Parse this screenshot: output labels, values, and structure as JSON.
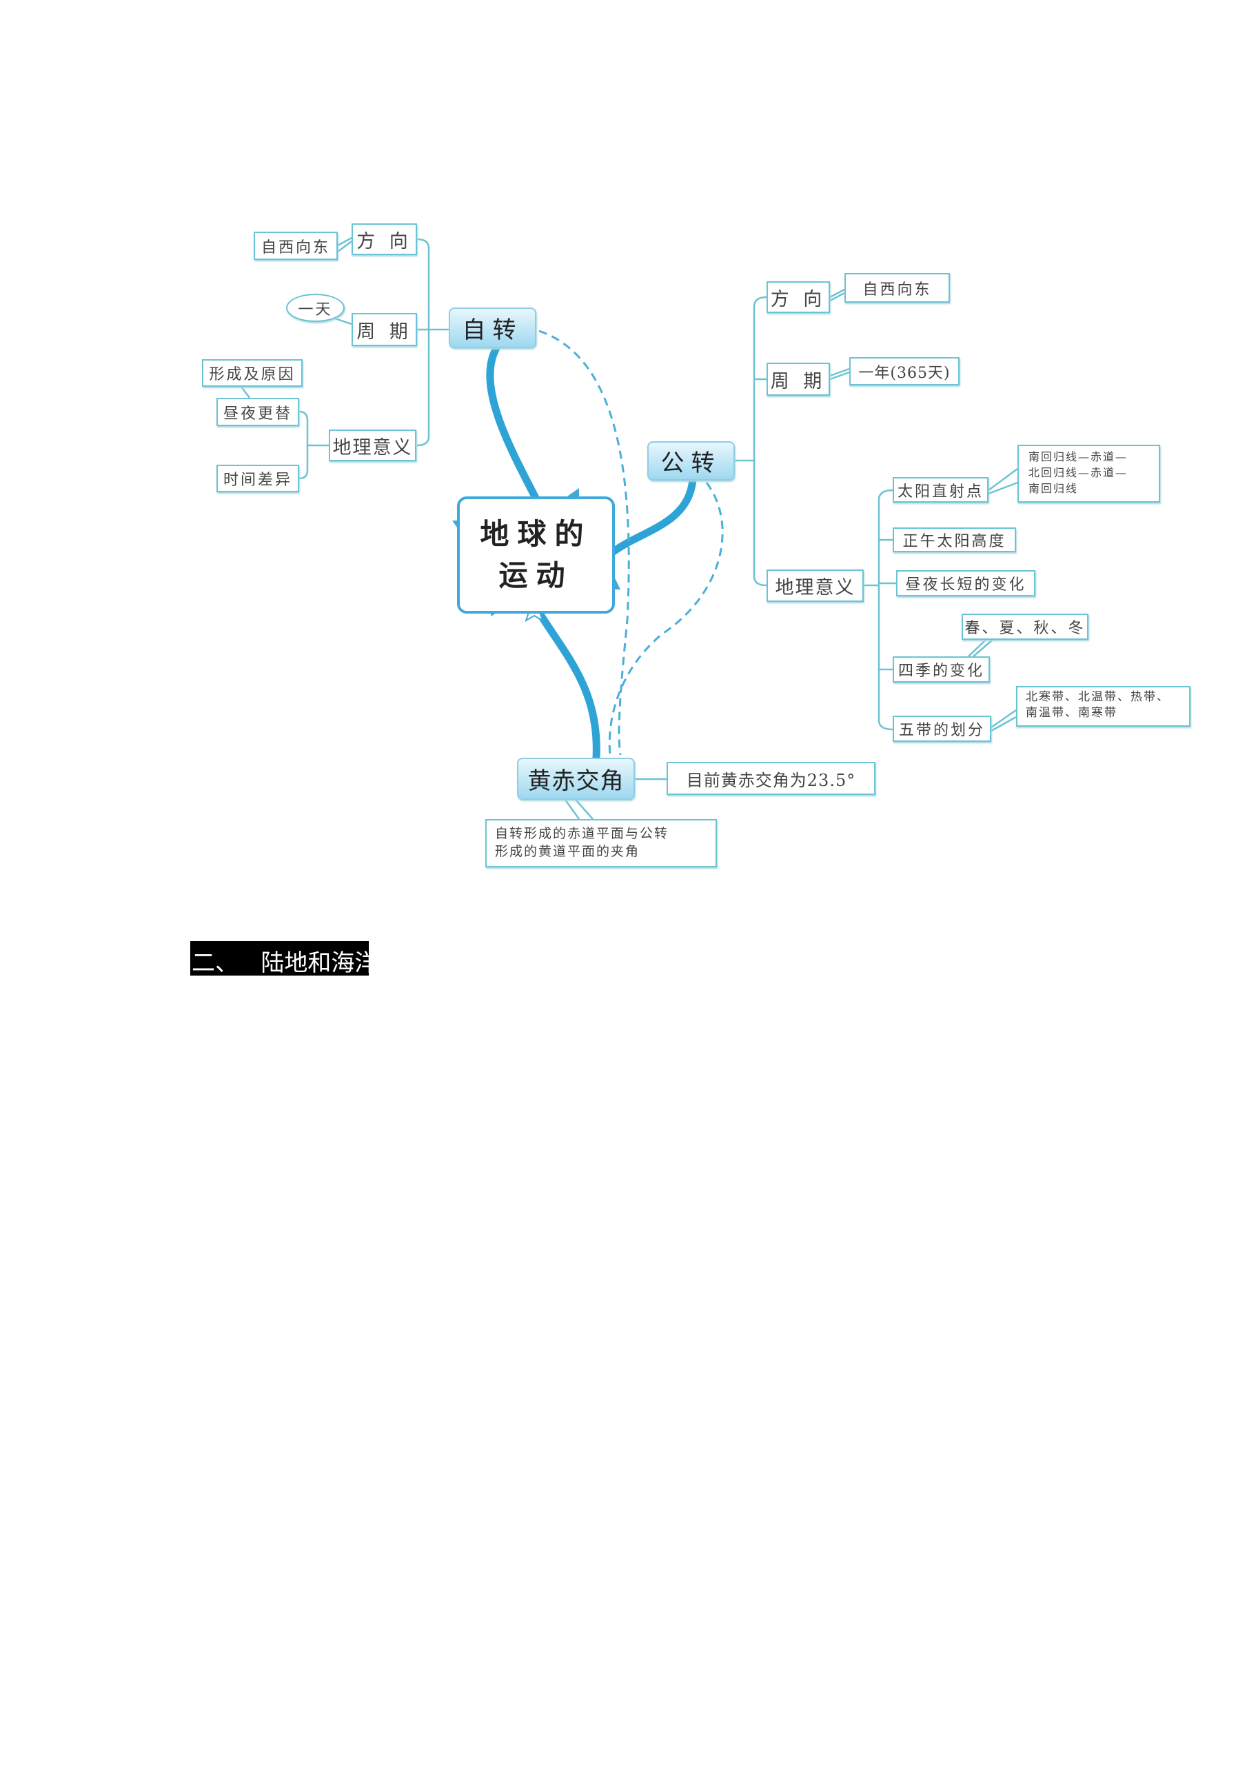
{
  "center": {
    "line1": "地球的",
    "line2": "运动"
  },
  "rotation": {
    "title": "自转",
    "direction": {
      "label": "方 向",
      "value": "自西向东"
    },
    "period": {
      "label": "周 期",
      "value": "一天"
    },
    "significance": {
      "label": "地理意义",
      "items": [
        {
          "label": "昼夜更替",
          "note": "形成及原因"
        },
        {
          "label": "时间差异"
        }
      ]
    }
  },
  "revolution": {
    "title": "公转",
    "direction": {
      "label": "方 向",
      "value": "自西向东"
    },
    "period": {
      "label": "周 期",
      "value": "一年(365天)"
    },
    "significance": {
      "label": "地理意义",
      "items": [
        {
          "label": "太阳直射点",
          "note": "南回归线—赤道—\n北回归线—赤道—\n南回归线"
        },
        {
          "label": "正午太阳高度"
        },
        {
          "label": "昼夜长短的变化"
        },
        {
          "label": "四季的变化",
          "note": "春、夏、秋、冬"
        },
        {
          "label": "五带的划分",
          "note": "北寒带、北温带、热带、\n南温带、南寒带"
        }
      ]
    }
  },
  "obliquity": {
    "title": "黄赤交角",
    "value": "目前黄赤交角为23.5°",
    "definition": "自转形成的赤道平面与公转\n形成的黄道平面的夹角"
  },
  "section_heading": "二、   陆地和海洋",
  "colors": {
    "branch": "#2ea3d6",
    "border": "#6cc3d3"
  }
}
